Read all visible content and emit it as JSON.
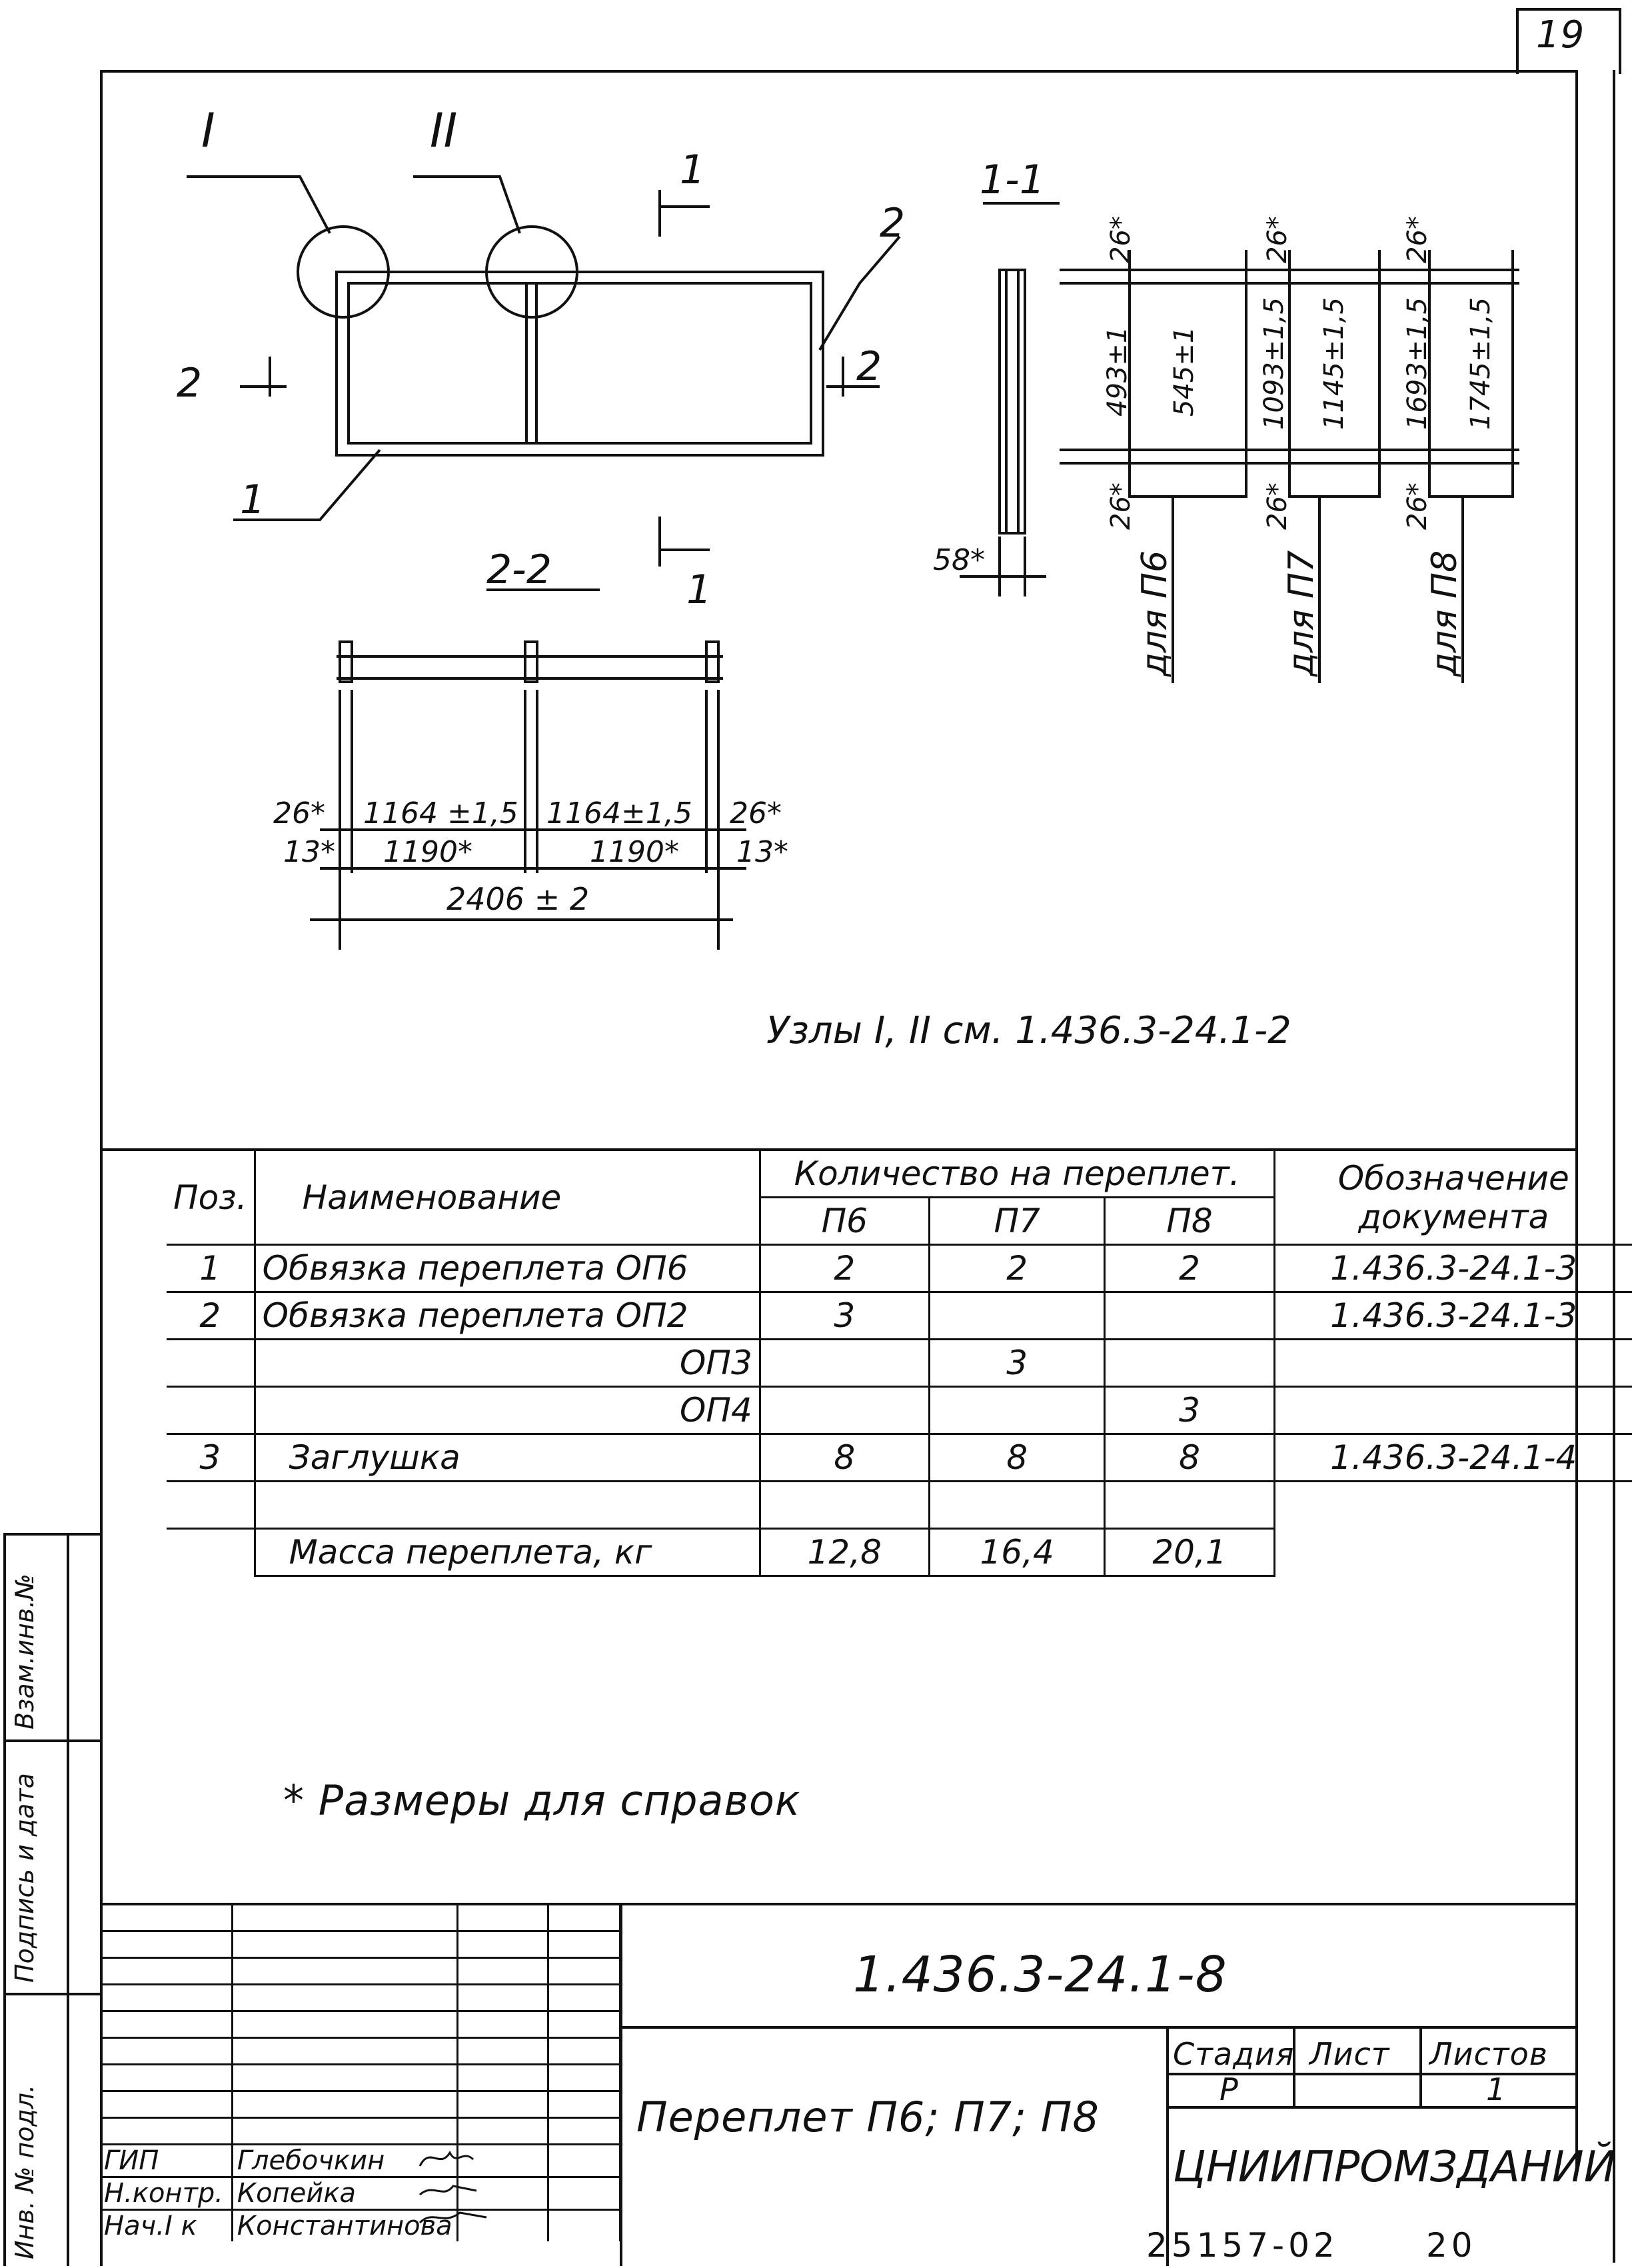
{
  "sheet_number": "19",
  "drawing": {
    "node_marks": [
      "I",
      "II"
    ],
    "section_labels": [
      "1-1",
      "2-2"
    ],
    "section_arrow_labels": [
      "1",
      "1",
      "2",
      "2"
    ],
    "position_labels": [
      "1",
      "2"
    ],
    "section_11": {
      "top_dims": [
        "26*",
        "26*",
        "26*"
      ],
      "vertical_dims": [
        "493±1",
        "545±1",
        "1093±1,5",
        "1145±1,5",
        "1693±1,5",
        "1745±1,5"
      ],
      "bottom_dims": [
        "26*",
        "26*",
        "26*"
      ],
      "width_dim": "58*",
      "for_labels": [
        "для П6",
        "для П7",
        "для П8"
      ]
    },
    "section_22": {
      "row1": [
        "26*",
        "1164 ±1,5",
        "1164±1,5",
        "26*"
      ],
      "row2": [
        "13*",
        "1190*",
        "1190*",
        "13*"
      ],
      "row3": "2406 ± 2"
    },
    "note_nodes": "Узлы I, II см. 1.436.3-24.1-2"
  },
  "spec_table": {
    "headers": {
      "pos": "Поз.",
      "name": "Наименование",
      "qty_group": "Количество на переплет.",
      "doc": "Обозначение документа",
      "cols": [
        "П6",
        "П7",
        "П8"
      ]
    },
    "rows": [
      {
        "pos": "1",
        "name": "Обвязка переплета ОП6",
        "p6": "2",
        "p7": "2",
        "p8": "2",
        "doc": "1.436.3-24.1-3"
      },
      {
        "pos": "2",
        "name": "Обвязка переплета ОП2",
        "p6": "3",
        "p7": "",
        "p8": "",
        "doc": "1.436.3-24.1-3"
      },
      {
        "pos": "",
        "name": "ОП3",
        "p6": "",
        "p7": "3",
        "p8": "",
        "doc": ""
      },
      {
        "pos": "",
        "name": "ОП4",
        "p6": "",
        "p7": "",
        "p8": "3",
        "doc": ""
      },
      {
        "pos": "3",
        "name": "Заглушка",
        "p6": "8",
        "p7": "8",
        "p8": "8",
        "doc": "1.436.3-24.1-4"
      },
      {
        "pos": "",
        "name": "",
        "p6": "",
        "p7": "",
        "p8": "",
        "doc": ""
      },
      {
        "pos": "",
        "name": "Масса переплета, кг",
        "p6": "12,8",
        "p7": "16,4",
        "p8": "20,1",
        "doc": ""
      }
    ]
  },
  "footnote": "* Размеры для справок",
  "title_block": {
    "code": "1.436.3-24.1-8",
    "title": "Переплет П6; П7; П8",
    "stage_label": "Стадия",
    "sheet_label": "Лист",
    "sheets_label": "Листов",
    "stage_value": "Р",
    "sheets_value": "1",
    "org": "ЦНИИПРОМЗДАНИЙ",
    "staff": [
      {
        "role": "ГИП",
        "name": "Глебочкин"
      },
      {
        "role": "Н.контр.",
        "name": "Копейка"
      },
      {
        "role": "Нач.I к",
        "name": "Константинова"
      }
    ]
  },
  "side_stamps": [
    "Инв. № подл.",
    "Подпись и дата",
    "Взам.инв.№"
  ],
  "bottom_codes": [
    "25157-02",
    "20"
  ]
}
